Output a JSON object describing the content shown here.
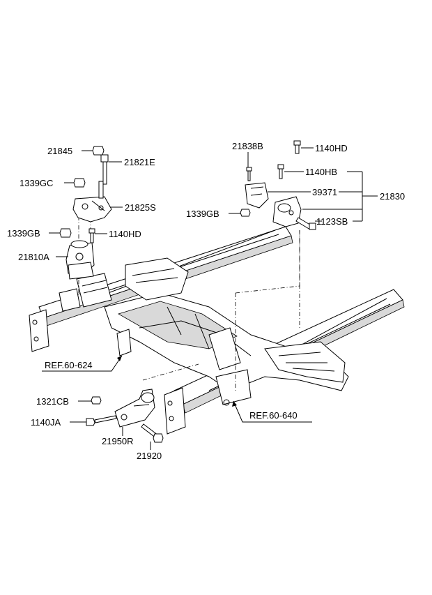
{
  "diagram": {
    "part_labels": {
      "p21845": "21845",
      "p21821E": "21821E",
      "p1339GC": "1339GC",
      "p21825S": "21825S",
      "p1339GB_left": "1339GB",
      "p1140HD_left": "1140HD",
      "p21810A": "21810A",
      "p21838B": "21838B",
      "p1140HD_right": "1140HD",
      "p1140HB": "1140HB",
      "p39371": "39371",
      "p21830": "21830",
      "p1339GB_right": "1339GB",
      "p1123SB": "1123SB",
      "p1321CB": "1321CB",
      "p1140JA": "1140JA",
      "p21950R": "21950R",
      "p21920": "21920"
    },
    "references": {
      "ref_left": "REF.60-624",
      "ref_right": "REF.60-640"
    }
  }
}
